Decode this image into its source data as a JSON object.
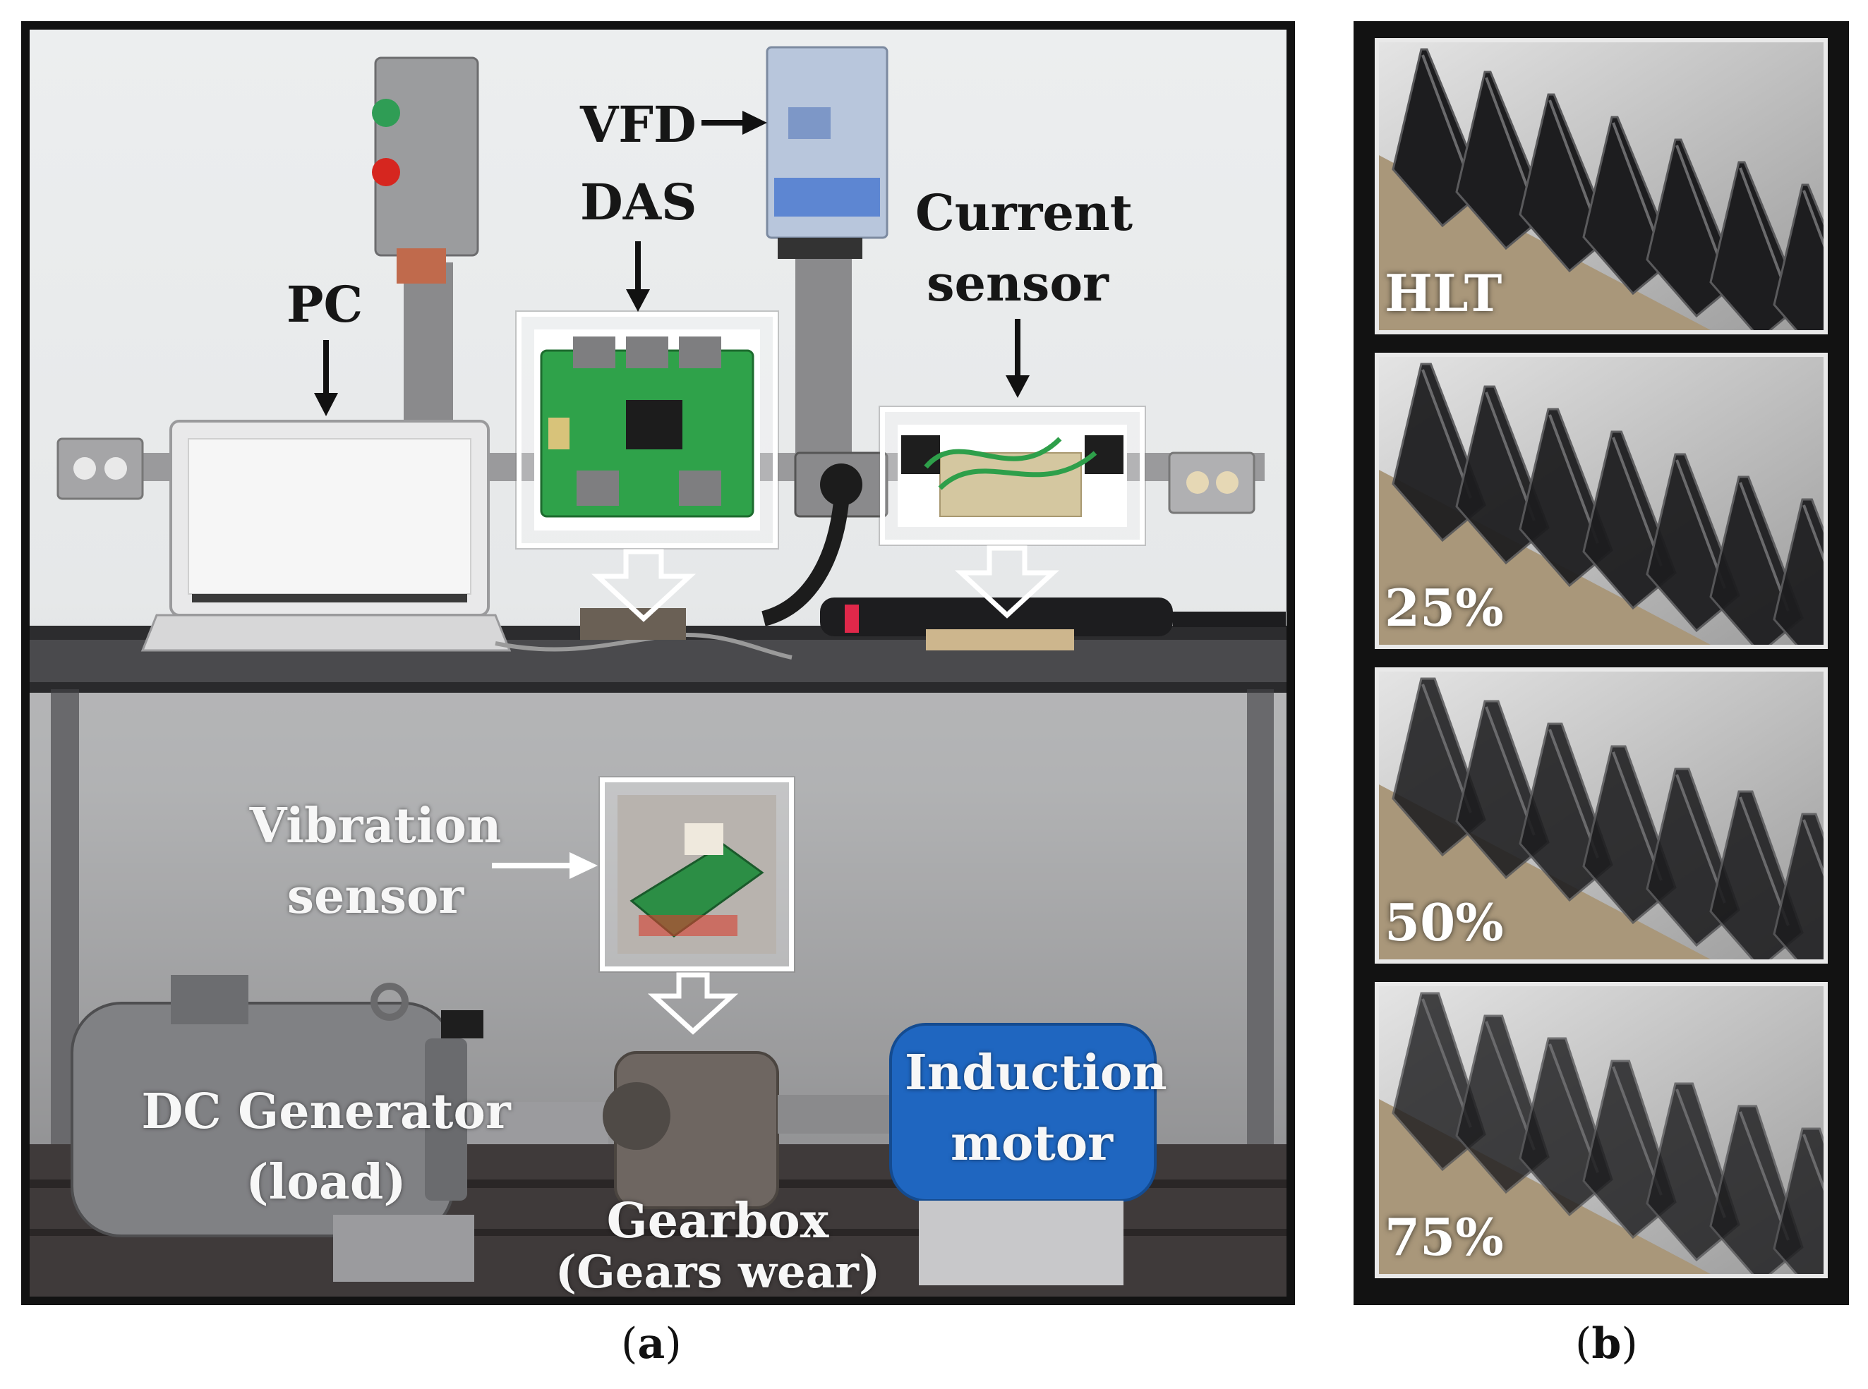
{
  "panel_a": {
    "caption_open": "(",
    "caption_letter": "a",
    "caption_close": ")",
    "labels": {
      "vfd": "VFD",
      "das": "DAS",
      "current_sensor_line1": "Current",
      "current_sensor_line2": "sensor",
      "pc": "PC",
      "vibration_sensor_line1": "Vibration",
      "vibration_sensor_line2": "sensor",
      "dc_generator_line1": "DC Generator",
      "dc_generator_line2": "(load)",
      "gearbox_line1": "Gearbox",
      "gearbox_line2": "(Gears wear)",
      "induction_motor_line1": "Induction",
      "induction_motor_line2": "motor"
    }
  },
  "panel_b": {
    "caption_open": "(",
    "caption_letter": "b",
    "caption_close": ")",
    "tiles": [
      {
        "label": "HLT",
        "wear": 0
      },
      {
        "label": "25%",
        "wear": 0.25
      },
      {
        "label": "50%",
        "wear": 0.5
      },
      {
        "label": "75%",
        "wear": 0.75
      }
    ]
  },
  "colors": {
    "frame": "#121212",
    "wall": "#eceeef",
    "motor_blue": "#1f66c0",
    "pcb_green": "#2fa24a"
  }
}
